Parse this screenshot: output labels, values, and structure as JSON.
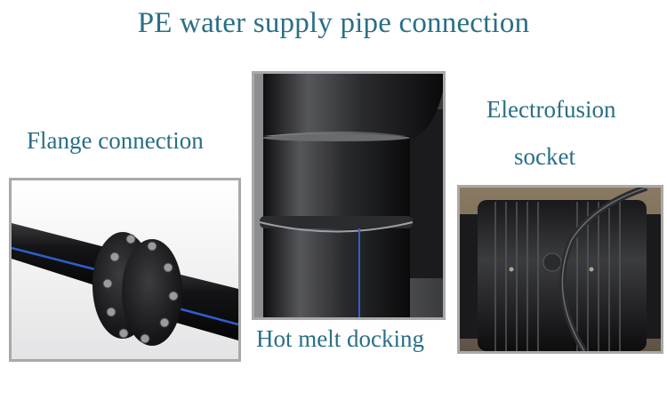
{
  "title": "PE water supply pipe connection",
  "captions": {
    "flange": "Flange connection",
    "hot_melt": "Hot melt docking",
    "electrofusion_line1": "Electrofusion",
    "electrofusion_line2": "socket"
  },
  "colors": {
    "text": "#2a6f86",
    "frame": "#a9a9a9",
    "pipe": "#1c1c1e",
    "stripe": "#2f5fd0"
  }
}
